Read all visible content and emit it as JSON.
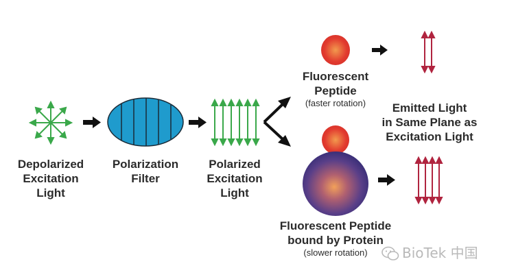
{
  "labels": {
    "depolarized": [
      "Depolarized",
      "Excitation",
      "Light"
    ],
    "filter": [
      "Polarization",
      "Filter"
    ],
    "polarized": [
      "Polarized",
      "Excitation",
      "Light"
    ],
    "fluor_peptide": [
      "Fluorescent",
      "Peptide"
    ],
    "fast_rotation": "(faster rotation)",
    "emitted": [
      "Emitted Light",
      "in Same Plane as",
      "Excitation Light"
    ],
    "bound": [
      "Fluorescent Peptide",
      "bound by Protein"
    ],
    "slow_rotation": "(slower rotation)"
  },
  "watermark": "BioTek 中国",
  "colors": {
    "excitation_arrow": "#3aa84a",
    "emitted_arrow": "#b0243f",
    "filter_fill": "#1f9bcd",
    "peptide": "#e23b2f",
    "protein": "#4b3d86",
    "flow_arrow": "#111111"
  }
}
